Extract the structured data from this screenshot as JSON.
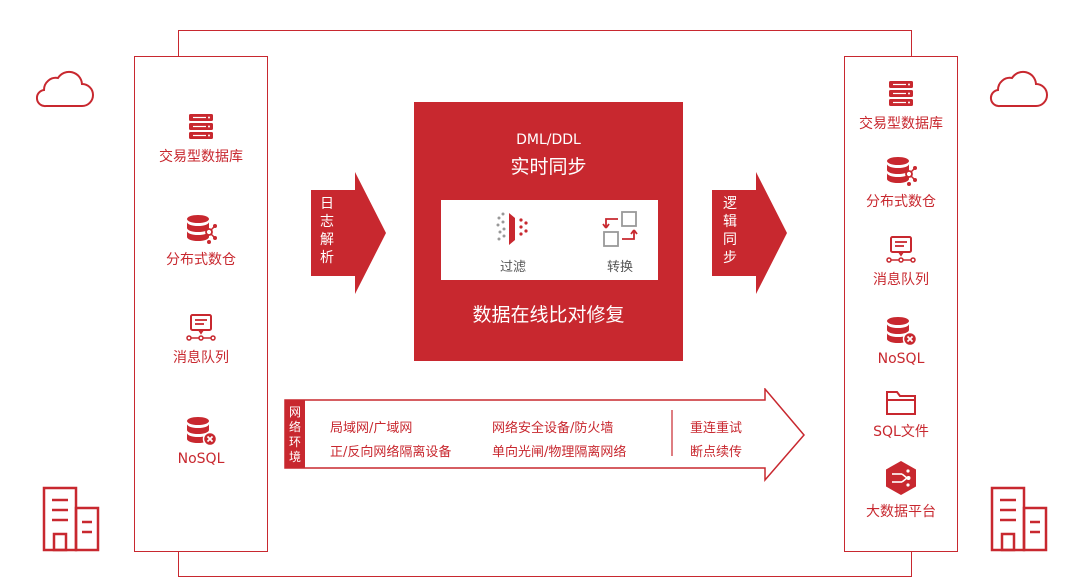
{
  "source": {
    "items": [
      {
        "label": "交易型数据库",
        "icon": "database-server-icon"
      },
      {
        "label": "分布式数仓",
        "icon": "distributed-warehouse-icon"
      },
      {
        "label": "消息队列",
        "icon": "message-queue-icon"
      },
      {
        "label": "NoSQL",
        "icon": "nosql-icon"
      }
    ]
  },
  "target": {
    "items": [
      {
        "label": "交易型数据库",
        "icon": "database-server-icon"
      },
      {
        "label": "分布式数仓",
        "icon": "distributed-warehouse-icon"
      },
      {
        "label": "消息队列",
        "icon": "message-queue-icon"
      },
      {
        "label": "NoSQL",
        "icon": "nosql-icon"
      },
      {
        "label": "SQL文件",
        "icon": "folder-icon"
      },
      {
        "label": "大数据平台",
        "icon": "big-data-platform-icon"
      }
    ]
  },
  "left_arrow": {
    "chars": [
      "日",
      "志",
      "解",
      "析"
    ]
  },
  "right_arrow": {
    "chars": [
      "逻",
      "辑",
      "同",
      "步"
    ]
  },
  "core": {
    "subtitle": "DML/DDL",
    "title": "实时同步",
    "functions": [
      {
        "label": "过滤",
        "icon": "filter-icon"
      },
      {
        "label": "转换",
        "icon": "transform-icon"
      }
    ],
    "footer": "数据在线比对修复"
  },
  "network": {
    "tag_chars": [
      "网",
      "络",
      "环",
      "境"
    ],
    "col1": [
      "局域网/广域网",
      "正/反向网络隔离设备"
    ],
    "col2": [
      "网络安全设备/防火墙",
      "单向光闸/物理隔离网络"
    ],
    "col3": [
      "重连重试",
      "断点续传"
    ]
  },
  "colors": {
    "accent": "#c8282f",
    "muted_text": "#555555",
    "background": "#ffffff"
  }
}
